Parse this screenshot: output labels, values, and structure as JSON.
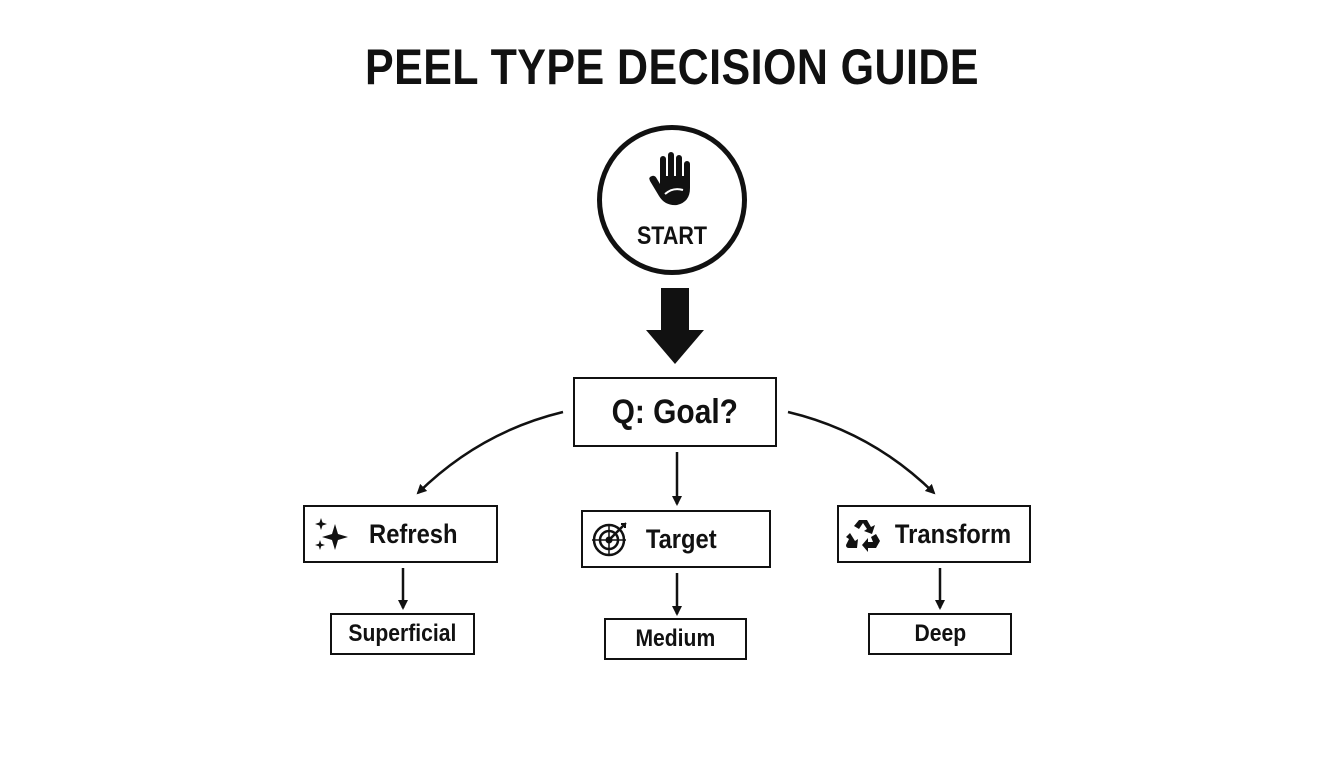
{
  "title": "PEEL TYPE DECISION GUIDE",
  "start": {
    "label": "START",
    "icon": "hand-icon"
  },
  "question": {
    "label": "Q: Goal?"
  },
  "options": [
    {
      "label": "Refresh",
      "icon": "sparkle-icon",
      "depth": "Superficial"
    },
    {
      "label": "Target",
      "icon": "target-icon",
      "depth": "Medium"
    },
    {
      "label": "Transform",
      "icon": "recycle-icon",
      "depth": "Deep"
    }
  ],
  "colors": {
    "line": "#111111",
    "background": "#ffffff"
  }
}
